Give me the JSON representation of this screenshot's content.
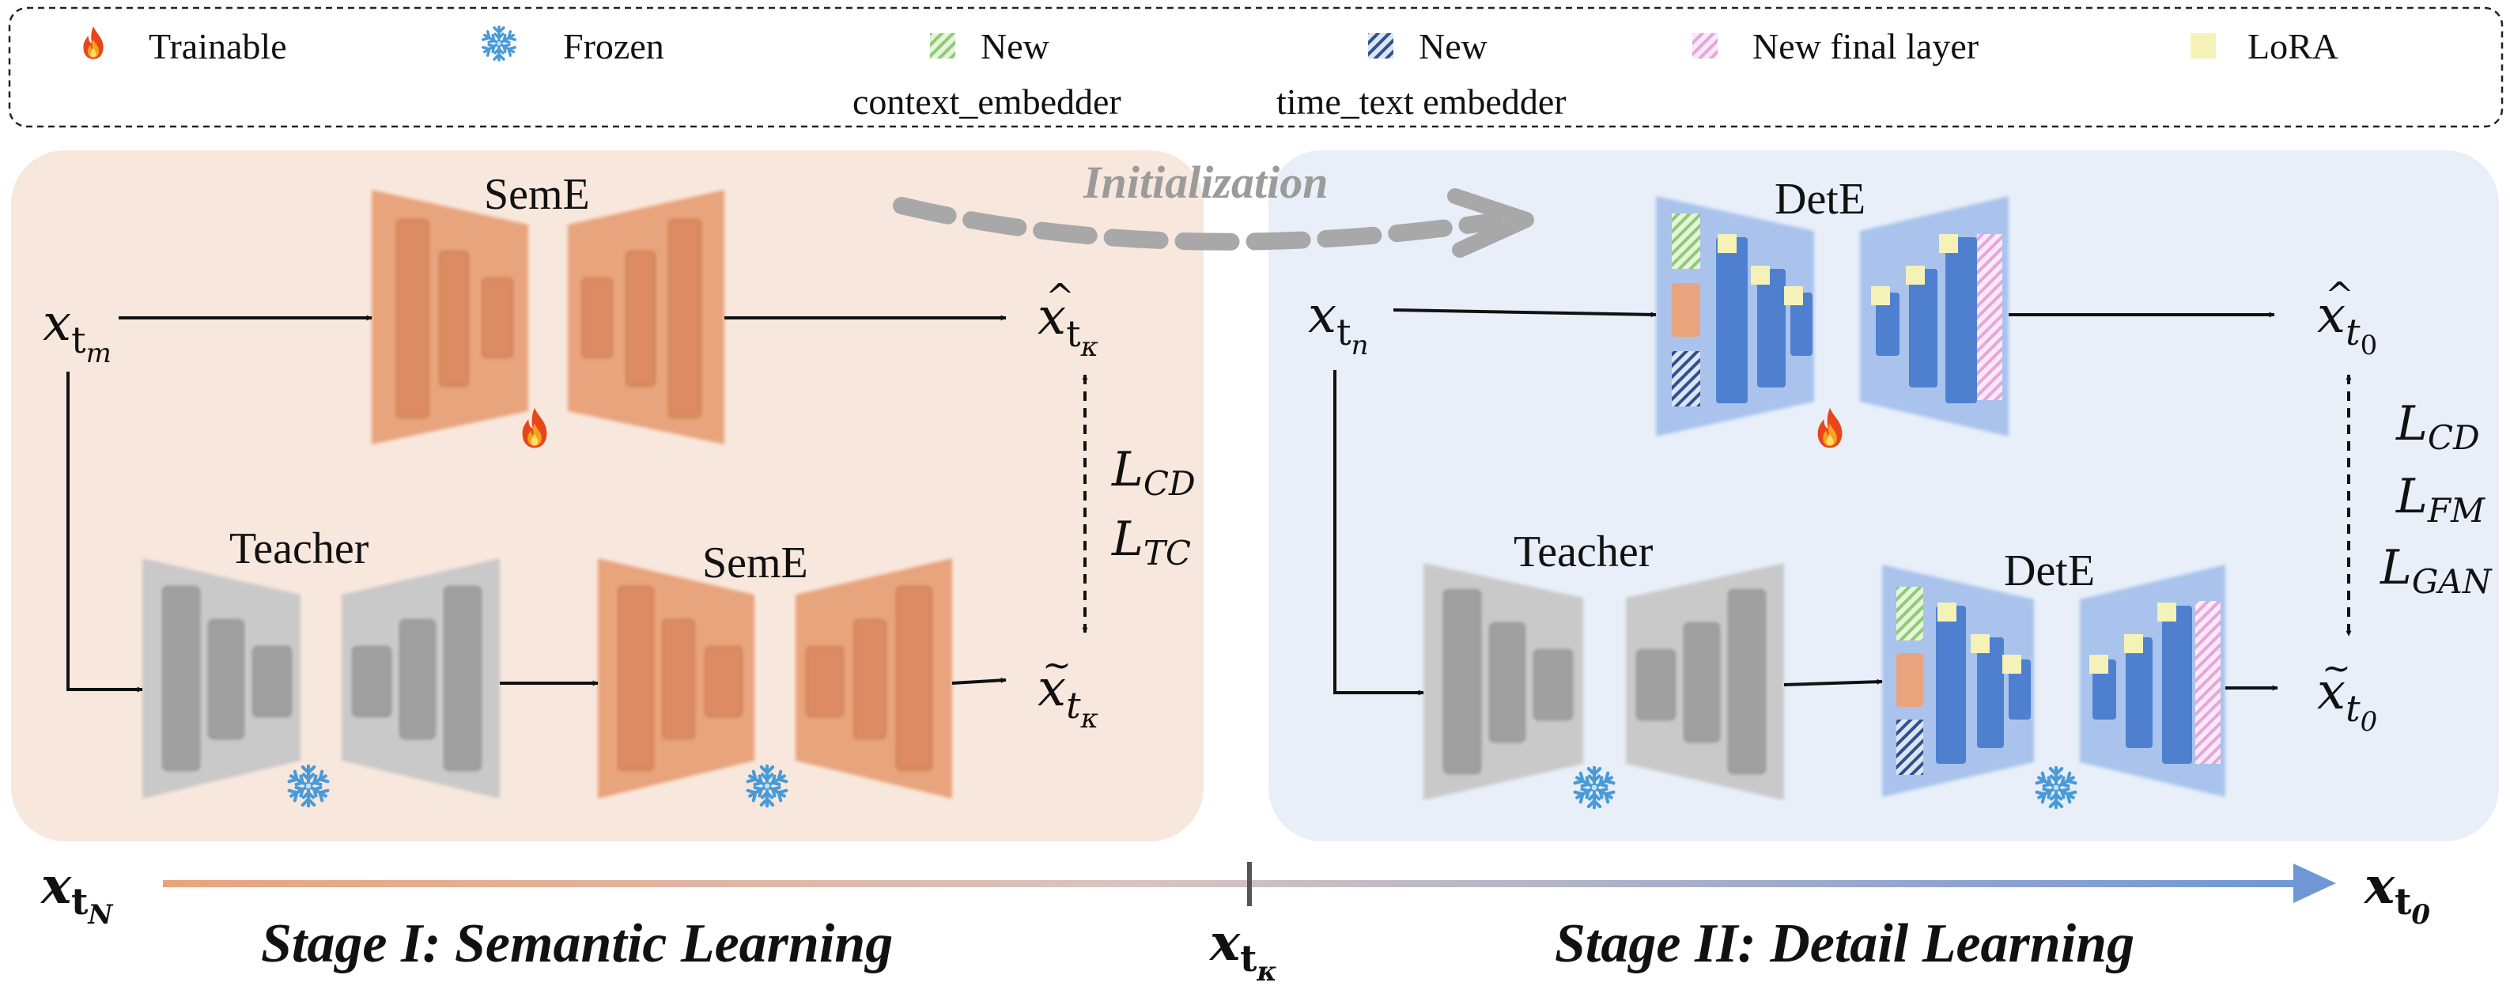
{
  "legend": {
    "trainable": "Trainable",
    "frozen": "Frozen",
    "context_line1": "New",
    "context_line2": "context_embedder",
    "time_line1": "New",
    "time_line2": "time_text embedder",
    "final_layer": "New final layer",
    "lora": "LoRA"
  },
  "stage1": {
    "top_model": "SemE",
    "teacher": "Teacher",
    "bottom_model": "SemE",
    "input": {
      "base": "x",
      "sub": "t",
      "subsub": "m"
    },
    "output_top": {
      "accent": "^",
      "base": "x",
      "sub": "t",
      "subsub": "κ"
    },
    "output_bottom": {
      "accent": "~",
      "base": "x",
      "sub": "t",
      "subsub": "κ"
    },
    "losses": [
      {
        "base": "L",
        "sub": "CD"
      },
      {
        "base": "L",
        "sub": "TC"
      }
    ]
  },
  "stage2": {
    "top_model": "DetE",
    "teacher": "Teacher",
    "bottom_model": "DetE",
    "input": {
      "base": "x",
      "sub": "t",
      "subsub": "n"
    },
    "output_top": {
      "accent": "^",
      "base": "x",
      "sub": "t",
      "subsub": "0"
    },
    "output_bottom": {
      "accent": "~",
      "base": "x",
      "sub": "t",
      "subsub": "0"
    },
    "losses": [
      {
        "base": "L",
        "sub": "CD"
      },
      {
        "base": "L",
        "sub": "FM"
      },
      {
        "base": "L",
        "sub": "GAN"
      }
    ]
  },
  "initialization": "Initialization",
  "timeline": {
    "start": {
      "base": "x",
      "sub": "t",
      "subsub": "N"
    },
    "mid": {
      "base": "x",
      "sub": "t",
      "subsub": "κ"
    },
    "end": {
      "base": "x",
      "sub": "t",
      "subsub": "0"
    },
    "stage1_label": "Stage I: Semantic Learning",
    "stage2_label": "Stage II: Detail Learning"
  },
  "colors": {
    "stage1_bg": "#f8e7dd",
    "stage2_bg": "#e8eff9",
    "seme": "#e8a47c",
    "seme_inner": "#d9835a",
    "teacher": "#c9c9c9",
    "teacher_inner": "#8f8f8f",
    "dete": "#a9c3ec",
    "dete_inner": "#4f80cf",
    "lora": "#f4f2b6",
    "context_stripe": "#8ecb72",
    "time_stripe": "#2f4f8f",
    "final_stripe": "#e4a6dd",
    "timeline_start": "#e8a47c",
    "timeline_end": "#6f97d6",
    "init_arrow": "#a8a8a8"
  },
  "icons": {
    "trainable": "fire-icon",
    "frozen": "snowflake-icon"
  }
}
